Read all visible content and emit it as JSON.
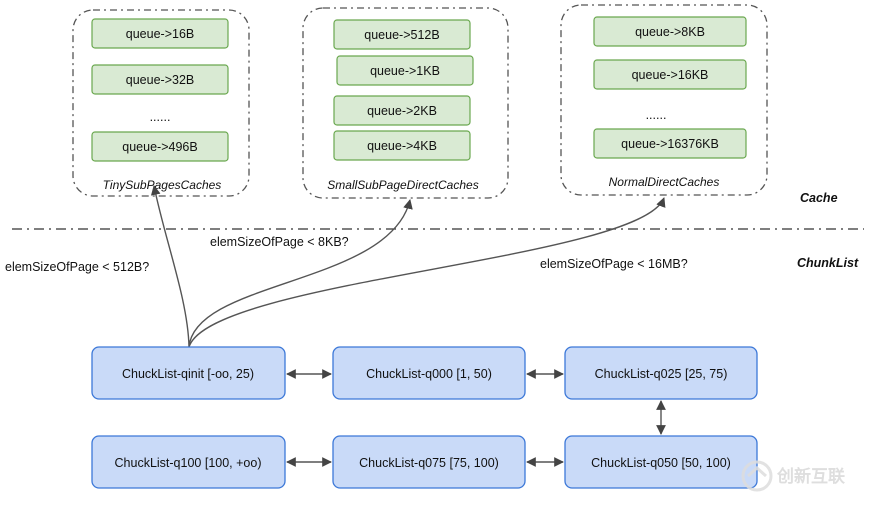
{
  "cache_groups": [
    {
      "caption": "TinySubPagesCaches",
      "queues": [
        "queue->16B",
        "queue->32B",
        "......",
        "queue->496B"
      ]
    },
    {
      "caption": "SmallSubPageDirectCaches",
      "queues": [
        "queue->512B",
        "queue->1KB",
        "queue->2KB",
        "queue->4KB"
      ]
    },
    {
      "caption": "NormalDirectCaches",
      "queues": [
        "queue->8KB",
        "queue->16KB",
        "......",
        "queue->16376KB"
      ]
    }
  ],
  "section_labels": {
    "cache": "Cache",
    "chunklist": "ChunkList"
  },
  "conditions": {
    "tiny": "elemSizeOfPage < 512B?",
    "small": "elemSizeOfPage < 8KB?",
    "normal": "elemSizeOfPage < 16MB?"
  },
  "chunk_lists": {
    "qinit": "ChuckList-qinit [-oo, 25)",
    "q000": "ChuckList-q000 [1, 50)",
    "q025": "ChuckList-q025 [25, 75)",
    "q050": "ChuckList-q050 [50, 100)",
    "q075": "ChuckList-q075 [75, 100)",
    "q100": "ChuckList-q100 [100, +oo)"
  },
  "watermark": "创新互联",
  "colors": {
    "queue_fill": "#d9ead3",
    "queue_stroke": "#6aa84f",
    "chunk_fill": "#c9daf8",
    "chunk_stroke": "#3c78d8"
  }
}
